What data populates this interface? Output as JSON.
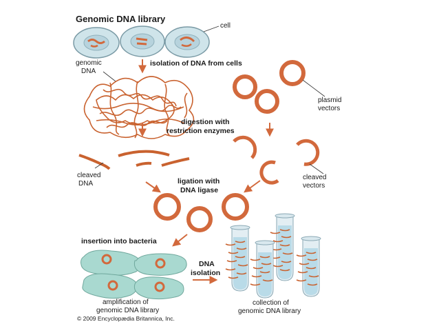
{
  "title": "Genomic DNA library",
  "labels": {
    "cell": "cell",
    "genomic_dna": [
      "genomic",
      "DNA"
    ],
    "plasmid_vectors": [
      "plasmid",
      "vectors"
    ],
    "cleaved_dna": [
      "cleaved",
      "DNA"
    ],
    "cleaved_vectors": [
      "cleaved",
      "vectors"
    ],
    "amplification": [
      "amplification of",
      "genomic DNA library"
    ],
    "collection": [
      "collection of",
      "genomic DNA library"
    ]
  },
  "steps": {
    "isolation": "isolation of DNA from cells",
    "digestion": [
      "digestion with",
      "restriction enzymes"
    ],
    "ligation": [
      "ligation with",
      "DNA ligase"
    ],
    "insertion": "insertion into bacteria",
    "dna_isolation": [
      "DNA",
      "isolation"
    ]
  },
  "credit": "© 2009 Encyclopædia Britannica, Inc.",
  "colors": {
    "dna": "#d2693c",
    "dna_dark": "#a84a24",
    "arrow": "#d2693c",
    "cell_fill": "#cfe4ea",
    "cell_outline": "#7a9aa5",
    "bacteria": "#a9d9d0",
    "tube_glass": "#e3eef3",
    "tube_liquid": "#b9dbe8"
  }
}
